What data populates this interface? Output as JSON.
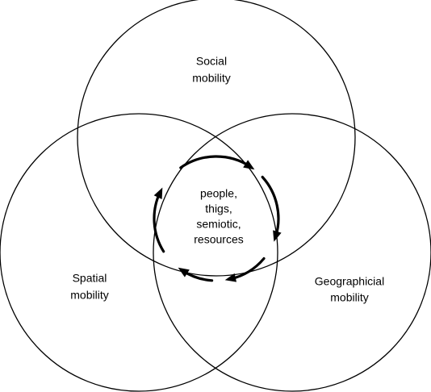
{
  "diagram": {
    "circles": [
      {
        "id": "social",
        "lines": [
          "Social",
          "mobility"
        ]
      },
      {
        "id": "spatial",
        "lines": [
          "Spatial",
          "mobility"
        ]
      },
      {
        "id": "geographical",
        "lines": [
          "Geographicial",
          "mobility"
        ]
      }
    ],
    "center": {
      "lines": [
        "people,",
        "thigs,",
        "semiotic,",
        "resources"
      ]
    },
    "colors": {
      "stroke": "#000000",
      "background": "#ffffff"
    }
  }
}
